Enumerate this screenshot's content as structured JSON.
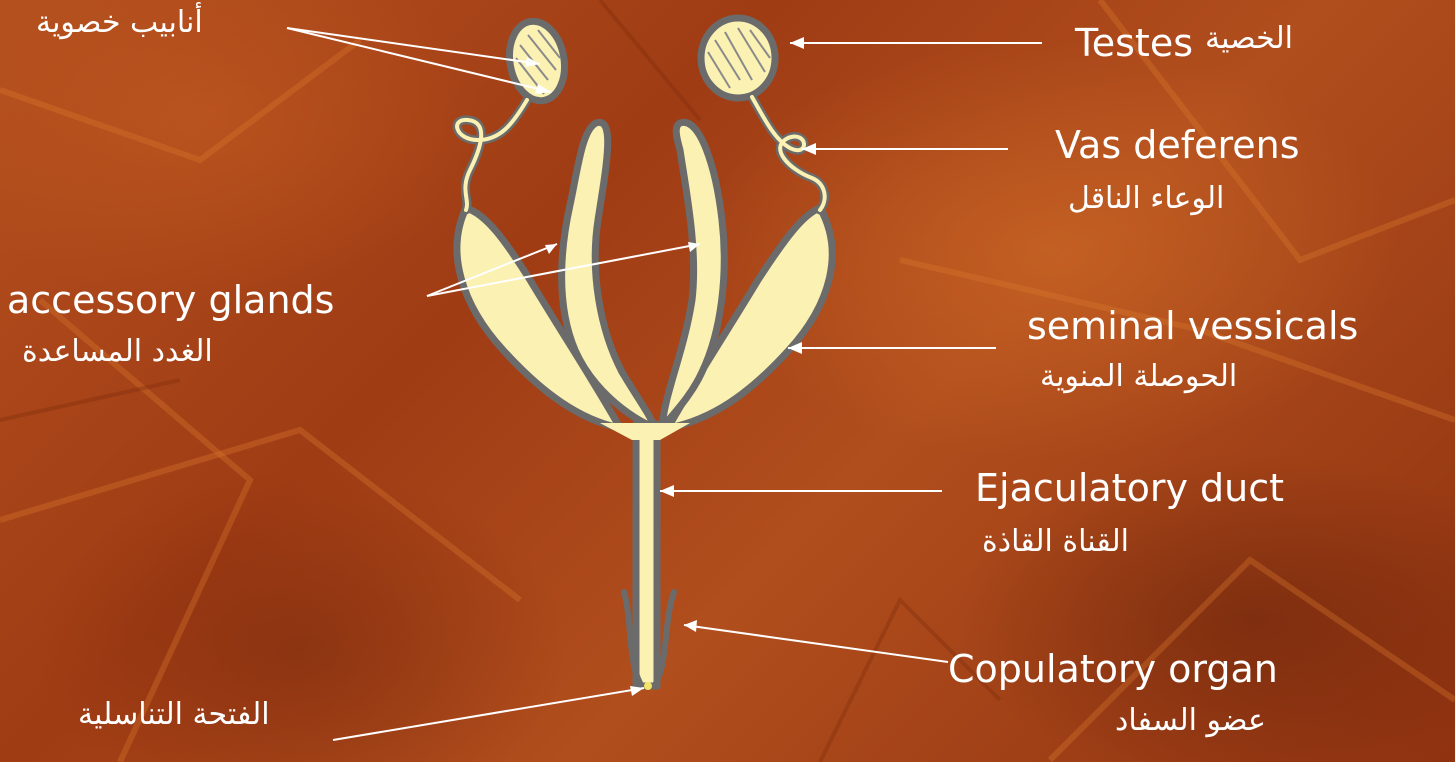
{
  "labels": {
    "tubules_ar": "أنابيب خصوية",
    "testes": "Testes",
    "testes_ar": "الخصية",
    "vas_deferens": "Vas deferens",
    "vas_deferens_ar": "الوعاء الناقل",
    "accessory_glands": "accessory glands",
    "accessory_glands_ar": "الغدد المساعدة",
    "seminal_vesicles": "seminal vessicals",
    "seminal_vesicles_ar": "الحوصلة المنوية",
    "ejaculatory_duct": "Ejaculatory duct",
    "ejaculatory_duct_ar": "القناة القاذة",
    "copulatory_organ": "Copulatory organ",
    "copulatory_organ_ar": "عضو السفاد",
    "genital_opening_ar": "الفتحة التناسلية"
  },
  "colors": {
    "background": "#a8431a",
    "organ_fill": "#fbf1b3",
    "organ_outline": "#6b6b6b",
    "label_text": "#ffffff",
    "leader_line": "#ffffff"
  }
}
